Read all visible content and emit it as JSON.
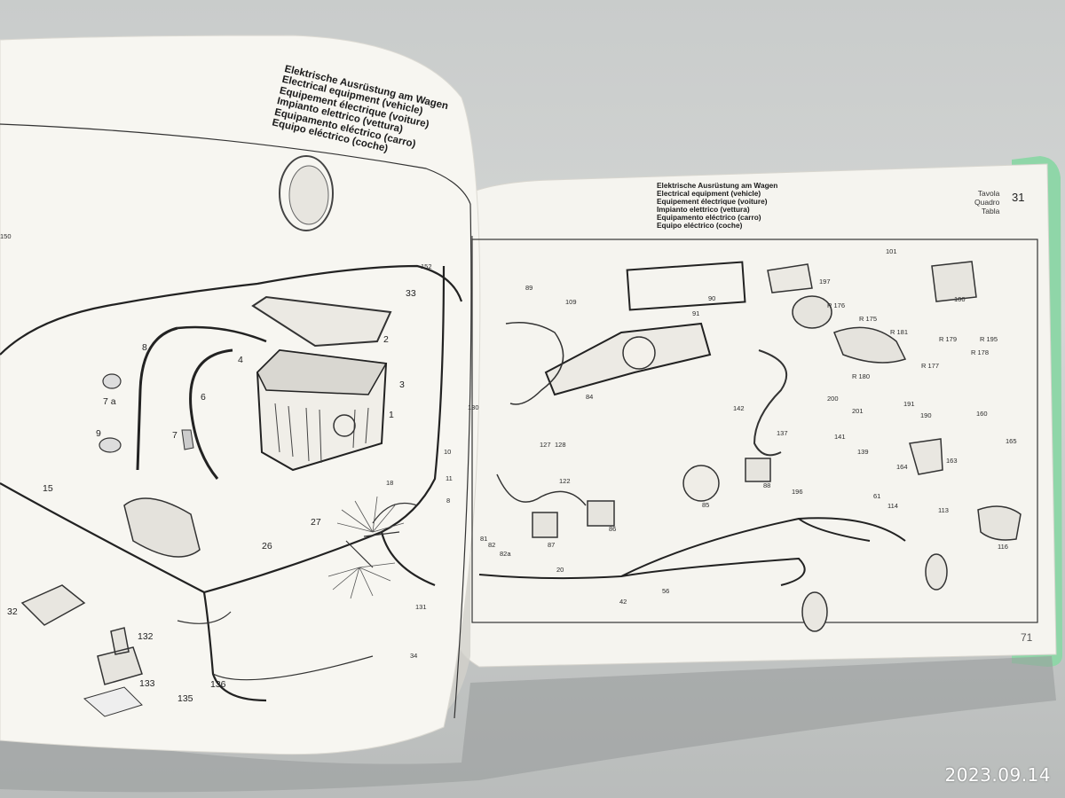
{
  "photo": {
    "timestamp": "2023.09.14",
    "colors": {
      "page": "#f4f3ee",
      "ink": "#2b2b2b",
      "background": "#c9cccb",
      "cover": "#8fd6a8"
    }
  },
  "left_page": {
    "heading_lines": [
      "Elektrische Ausrüstung am Wagen",
      "Electrical equipment (vehicle)",
      "Equipement électrique (voiture)",
      "Impianto elettrico (vettura)",
      "Equipamento eléctrico (carro)",
      "Equipo eléctrico (coche)"
    ],
    "part_labels": [
      "150",
      "152",
      "33",
      "2",
      "4",
      "3",
      "1",
      "8",
      "6",
      "7 a",
      "7",
      "9",
      "15",
      "18",
      "27",
      "26",
      "32",
      "132",
      "133",
      "135",
      "136",
      "131",
      "34",
      "130",
      "10",
      "11",
      "8"
    ]
  },
  "right_page": {
    "heading_lines": [
      "Elektrische Ausrüstung am Wagen",
      "Electrical equipment (vehicle)",
      "Equipement électrique (voiture)",
      "Impianto elettrico (vettura)",
      "Equipamento eléctrico (carro)",
      "Equipo eléctrico (coche)"
    ],
    "table_label_lines": [
      "Tavola",
      "Quadro",
      "Tabla"
    ],
    "table_number": "31",
    "page_number": "71",
    "part_labels": [
      "89",
      "109",
      "90",
      "91",
      "197",
      "101",
      "100",
      "R 176",
      "R 175",
      "R 181",
      "R 179",
      "R 195",
      "R 178",
      "R 177",
      "R 180",
      "84",
      "142",
      "200",
      "201",
      "191",
      "190",
      "160",
      "165",
      "137",
      "141",
      "139",
      "164",
      "163",
      "85",
      "88",
      "196",
      "61",
      "114",
      "113",
      "116",
      "127",
      "128",
      "122",
      "81",
      "82",
      "82a",
      "86",
      "87",
      "20",
      "42",
      "56"
    ]
  }
}
